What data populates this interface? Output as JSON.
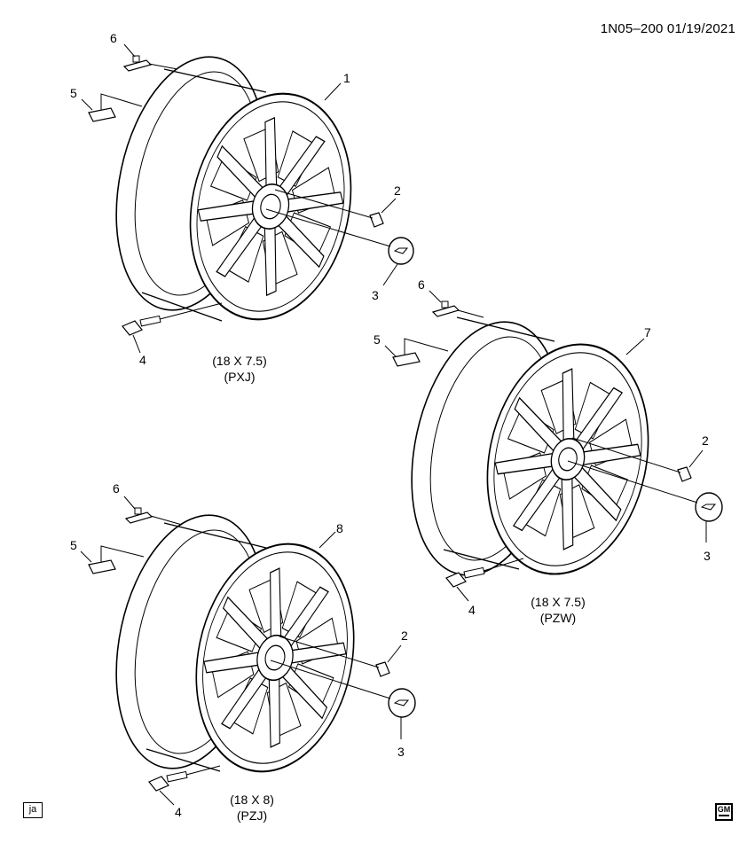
{
  "header": {
    "doc_id": "1N05–200  01/19/2021"
  },
  "callouts": {
    "wheel_1": "1",
    "nut": "2",
    "center_cap": "3",
    "tpms_sensor": "4",
    "label": "5",
    "balance_weight": "6",
    "wheel_7": "7",
    "wheel_8": "8"
  },
  "captions": {
    "pxj": {
      "size": "(18 X 7.5)",
      "code": "(PXJ)"
    },
    "pzw": {
      "size": "(18 X 7.5)",
      "code": "(PZW)"
    },
    "pzj": {
      "size": "(18 X 8)",
      "code": "(PZJ)"
    }
  },
  "footer": {
    "badge": "ja",
    "logo_text": "GM"
  }
}
